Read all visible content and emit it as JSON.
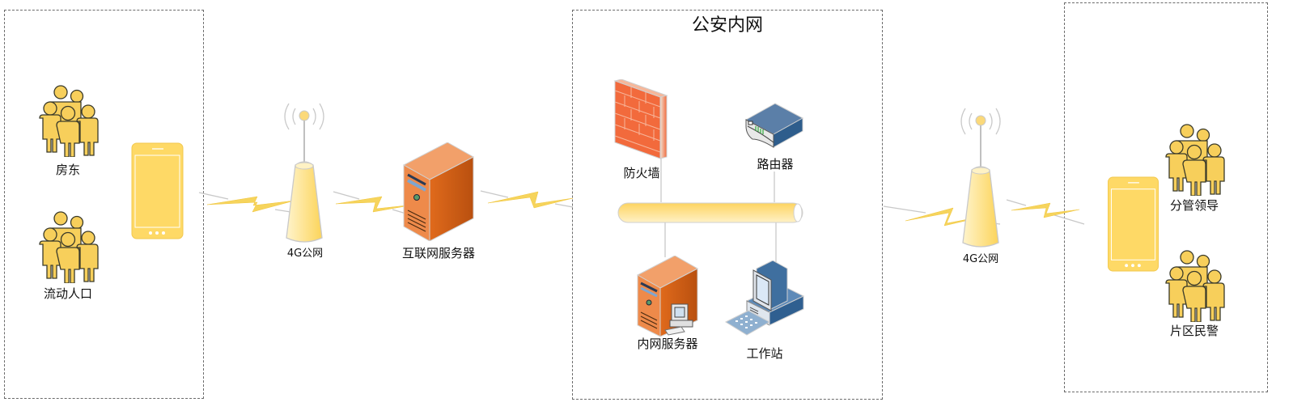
{
  "diagram": {
    "zones": {
      "left_users": {
        "label": ""
      },
      "police_intranet": {
        "label": "公安内网"
      },
      "right_users": {
        "label": ""
      }
    },
    "nodes": {
      "landlord": {
        "label": "房东",
        "icon": "people-group-icon"
      },
      "floating_population": {
        "label": "流动人口",
        "icon": "people-group-icon"
      },
      "left_phone": {
        "label": "",
        "icon": "smartphone-icon"
      },
      "left_tower": {
        "label": "4G公网",
        "icon": "cell-tower-icon"
      },
      "internet_server": {
        "label": "互联网服务器",
        "icon": "server-icon"
      },
      "firewall": {
        "label": "防火墙",
        "icon": "firewall-icon"
      },
      "router": {
        "label": "路由器",
        "icon": "router-icon"
      },
      "bus": {
        "label": "",
        "icon": "network-bus-icon"
      },
      "intranet_server": {
        "label": "内网服务器",
        "icon": "server-icon"
      },
      "workstation": {
        "label": "工作站",
        "icon": "workstation-icon"
      },
      "right_tower": {
        "label": "4G公网",
        "icon": "cell-tower-icon"
      },
      "right_phone": {
        "label": "",
        "icon": "smartphone-icon"
      },
      "division_leader": {
        "label": "分管领导",
        "icon": "people-group-icon"
      },
      "area_police": {
        "label": "片区民警",
        "icon": "people-group-icon"
      }
    },
    "links": [
      {
        "from": "left_phone",
        "to": "left_tower",
        "type": "wireless"
      },
      {
        "from": "left_tower",
        "to": "internet_server",
        "type": "wireless"
      },
      {
        "from": "internet_server",
        "to": "police_intranet",
        "type": "wireless"
      },
      {
        "from": "police_intranet",
        "to": "right_tower",
        "type": "wireless"
      },
      {
        "from": "right_tower",
        "to": "right_phone",
        "type": "wireless"
      },
      {
        "from": "firewall",
        "to": "bus",
        "type": "wired"
      },
      {
        "from": "router",
        "to": "bus",
        "type": "wired"
      },
      {
        "from": "bus",
        "to": "intranet_server",
        "type": "wired"
      },
      {
        "from": "bus",
        "to": "workstation",
        "type": "wired"
      }
    ],
    "colors": {
      "people": "#f7cf5b",
      "phone": "#fed966",
      "lightning": "#f6d45c",
      "server": "#e4762c",
      "firewall": "#f26a3c",
      "router": "#3d6a96",
      "border": "#6b6b6b"
    }
  }
}
